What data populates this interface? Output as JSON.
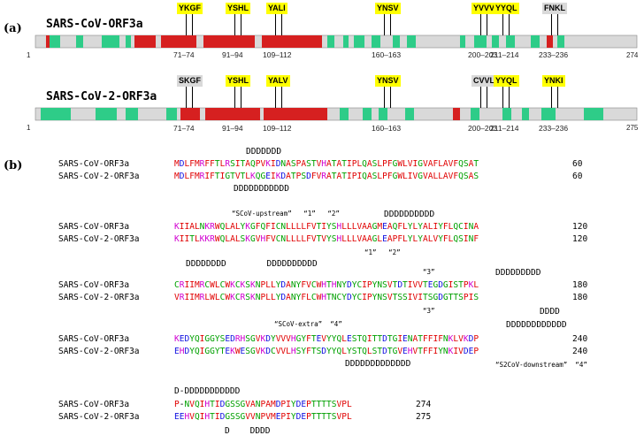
{
  "panel_a": {
    "label": "(a)",
    "orf1": {
      "title": "SARS-CoV-ORF3a",
      "start": "1",
      "end": "274",
      "motifs": [
        {
          "text": "YKGF",
          "color": "y",
          "range": "71–74"
        },
        {
          "text": "YSHL",
          "color": "y",
          "range": "91–94"
        },
        {
          "text": "YALI",
          "color": "y",
          "range": "109–112"
        },
        {
          "text": "YNSV",
          "color": "y",
          "range": "160–163"
        },
        {
          "text": "YVVV",
          "color": "y",
          "range": "200–203"
        },
        {
          "text": "YYQL",
          "color": "y",
          "range": "211–214"
        },
        {
          "text": "FNKL",
          "color": "g",
          "range": "233–236"
        }
      ]
    },
    "orf2": {
      "title": "SARS-CoV-2-ORF3a",
      "start": "1",
      "end": "275",
      "motifs": [
        {
          "text": "SKGF",
          "color": "g",
          "range": "71–74"
        },
        {
          "text": "YSHL",
          "color": "y",
          "range": "91–94"
        },
        {
          "text": "YALV",
          "color": "y",
          "range": "109–112"
        },
        {
          "text": "YNSV",
          "color": "y",
          "range": "160–163"
        },
        {
          "text": "CVVL",
          "color": "g",
          "range": "200–203"
        },
        {
          "text": "YYQL",
          "color": "y",
          "range": "211–214"
        },
        {
          "text": "YNKI",
          "color": "y",
          "range": "233–236"
        }
      ]
    }
  },
  "panel_b": {
    "label": "(b)",
    "name1": "SARS-CoV-ORF3a",
    "name2": "SARS-CoV-2-ORF3a",
    "blocks": [
      {
        "above": "DDDDDDD",
        "s1": "MDLFMRFFTLRSITAQPVKIDNASPASTVHATATIPLQASLPFGWLVIGVAFLAVFQSAT",
        "n1": "60",
        "s2": "MDLFMRIFTIGTVTLKQGEIKDATPSDFVRATATIPIQASLPFGWLIVGVALLAVFQSAS",
        "n2": "60",
        "below": "DDDDDDDDDDD",
        "note_top": "",
        "note_bot": ""
      },
      {
        "above": "DDDDDDDDDD",
        "s1": "KIIALNKRWQLALYKGFQFICNLLLLFVTIYSHLLLVAAGMEAQFLYLYALIYFLQCINA",
        "n1": "120",
        "s2": "KIITLKKRWQLALSKGVHFVCNLLLLFVTVYSHLLLVAAGLEAPFLYLYALVYFLQSINF",
        "n2": "120",
        "below": "DDDDDDDD        DDDDDDDDDD",
        "note_top": "“SCoV-upstream”   “1”   “2”",
        "note_bot": "“1”   “2”"
      },
      {
        "above": "DDDDDDDDD",
        "s1": "CRIIMRCWLCWKCKSKNPLLYDANYFVCWHTHNYDYCIPYNSVTDTIVVTEGDGISTPKL",
        "n1": "180",
        "s2": "VRIIMRLWLCWKCRSKNPLLYDANYFLCWHTNCYDYCIPYNSVTSSIVITSGDGTTSPIS",
        "n2": "180",
        "below": "DDDD",
        "note_top": "“3”",
        "note_bot": "“3”"
      },
      {
        "above": "DDDDDDDDDDDD",
        "s1": "KEDYQIGGYSEDRHSGVKDYVVVHGYFTEVYYQLESTQITTDTGIENATFFIFNKLVKDP",
        "n1": "240",
        "s2": "EHDYQIGGYTEKWESGVKDCVVLHSYFTSDYYQLYSTQLSTDTGVEHVTFFIYNKIVDEP",
        "n2": "240",
        "below": "DDDDDDDDDDDDD",
        "note_top": "“SCoV-extra”  “4”",
        "note_bot": "“S2CoV-downstream”  “4”"
      },
      {
        "above": "D-DDDDDDDDDDD",
        "s1": "P-NVQIHTIDGSSGVANPAMDPIYDEPTTTTSVPL",
        "n1": "274",
        "s2": "EEHVQIHTIDGSSGVVNPVMEPIYDEPTTTTSVPL",
        "n2": "275",
        "below": "D    DDDD",
        "note_top": "",
        "note_bot": ""
      }
    ]
  }
}
